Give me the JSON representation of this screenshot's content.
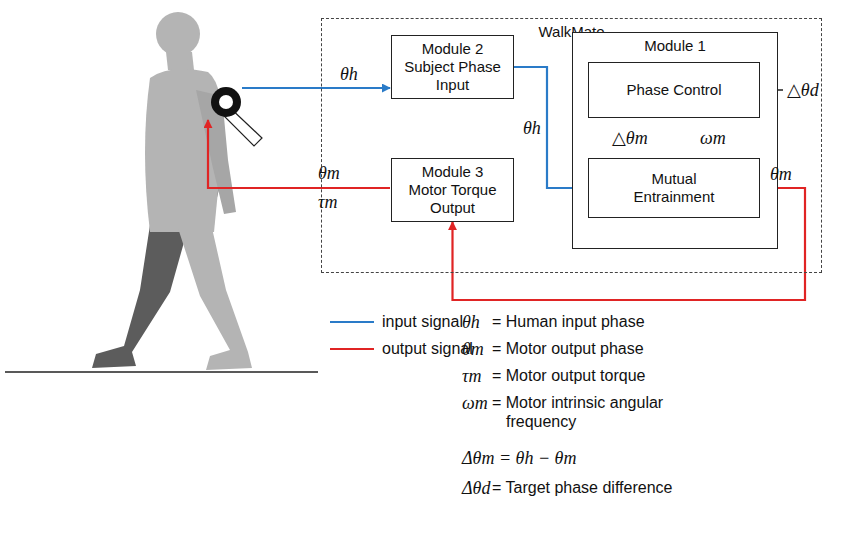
{
  "diagram": {
    "nodes": [
      {
        "text": [
          "WalkMate"
        ]
      },
      {
        "text": [
          "Module 2",
          "Subject Phase Input"
        ],
        "in": 0
      },
      {
        "text": [
          "Module 3",
          "Motor Torque Output"
        ],
        "in": 0
      },
      {
        "text": [
          "Module 1"
        ],
        "in": 0
      },
      {
        "text": [
          "Phase Control"
        ],
        "in": 3
      },
      {
        "text": [
          "Mutual Entrainment"
        ],
        "in": 3
      }
    ],
    "edges": [
      {
        "from": 1,
        "to": 5,
        "arrow": "to",
        "label": "θh"
      },
      {
        "from": 5,
        "to": 2,
        "arrow": "to",
        "label": "θm"
      },
      {
        "from": 5,
        "to": 4,
        "arrow": "to",
        "label": "△θm"
      },
      {
        "from": 4,
        "to": 5,
        "arrow": "to",
        "label": "ωm"
      }
    ],
    "labels": [
      "θh",
      "θm",
      "τm",
      "△θd",
      "θh",
      "= Human input phase",
      "θm",
      "= Motor output phase",
      "τm",
      "= Motor output torque",
      "ωm",
      "= Motor intrinsic angular frequency",
      "Δθm = θh − θm",
      "Δθd",
      "= Target phase difference"
    ],
    "legend": [
      {
        "text": "input signal"
      },
      {
        "text": "output signal"
      }
    ]
  }
}
